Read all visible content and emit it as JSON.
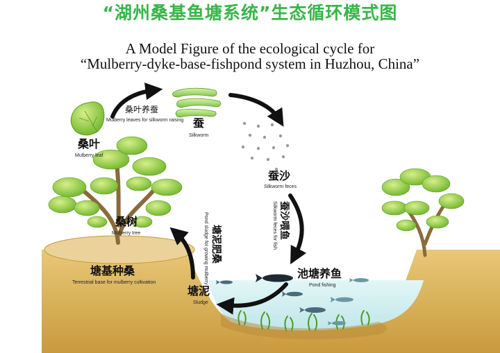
{
  "title": {
    "chinese": "“湖州桑基鱼塘系统”生态循环模式图",
    "english_line1": "A Model Figure of the ecological cycle for",
    "english_line2": "“Mulberry-dyke-base-fishpond system in Huzhou, China”"
  },
  "nodes": {
    "mulberry_leaf": {
      "cn": "桑叶",
      "en": "Mulberry leaf"
    },
    "silkworm": {
      "cn": "蚕",
      "en": "Silkworm"
    },
    "silkworm_feces": {
      "cn": "蚕沙",
      "en": "Silkworm feces"
    },
    "pond_fishing": {
      "cn": "池塘养鱼",
      "en": "Pond fishing"
    },
    "sludge": {
      "cn": "塘泥",
      "en": "Sludge"
    },
    "mulberry_tree": {
      "cn": "桑树",
      "en": "Mulberry tree"
    },
    "terrestrial_base": {
      "cn": "塘基种桑",
      "en": "Terrestrial base for mulberry cultivation"
    }
  },
  "edges": {
    "leaf_to_silkworm": {
      "cn": "桑叶养蚕",
      "en": "Mulberry leaves for silkworm raising"
    },
    "feces_to_fish": {
      "cn": "蚕沙喂鱼",
      "en": "Silkworm feces for fish"
    },
    "sludge_to_mulberry": {
      "cn": "塘泥肥桑",
      "en": "Pond sludge for growing mulberry"
    }
  },
  "colors": {
    "title_green": "#39b54a",
    "soil": "#d9b25a",
    "water": "#cfeef0",
    "leaf": "#8cc63f",
    "arrow": "#111111"
  }
}
